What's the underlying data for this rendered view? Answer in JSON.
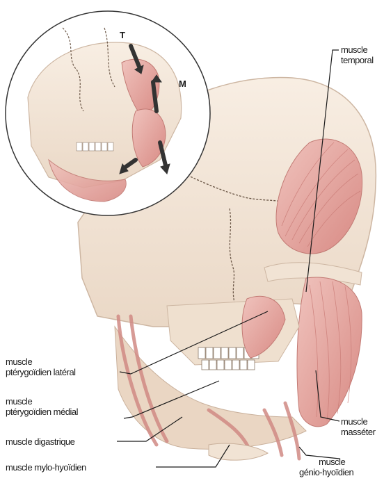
{
  "labels": {
    "temporal": [
      "muscle",
      "temporal"
    ],
    "masseter": [
      "muscle",
      "masséter"
    ],
    "genio_hyoidien": [
      "muscle",
      "génio-hyoïdien"
    ],
    "pterygoidien_lateral": [
      "muscle",
      "ptérygoïdien latéral"
    ],
    "pterygoidien_medial": [
      "muscle",
      "ptérygoïdien médial"
    ],
    "digastrique": "muscle digastrique",
    "mylo_hyoidien": "muscle mylo-hyoïdien"
  },
  "inset": {
    "arrow_T": "T",
    "arrow_M": "M"
  },
  "colors": {
    "bone": "#f3e6d8",
    "bone_shadow": "#e2cfbd",
    "muscle": "#e3a4a0",
    "muscle_dark": "#c9736f",
    "arrow": "#333333",
    "line": "#1a1a1a"
  }
}
